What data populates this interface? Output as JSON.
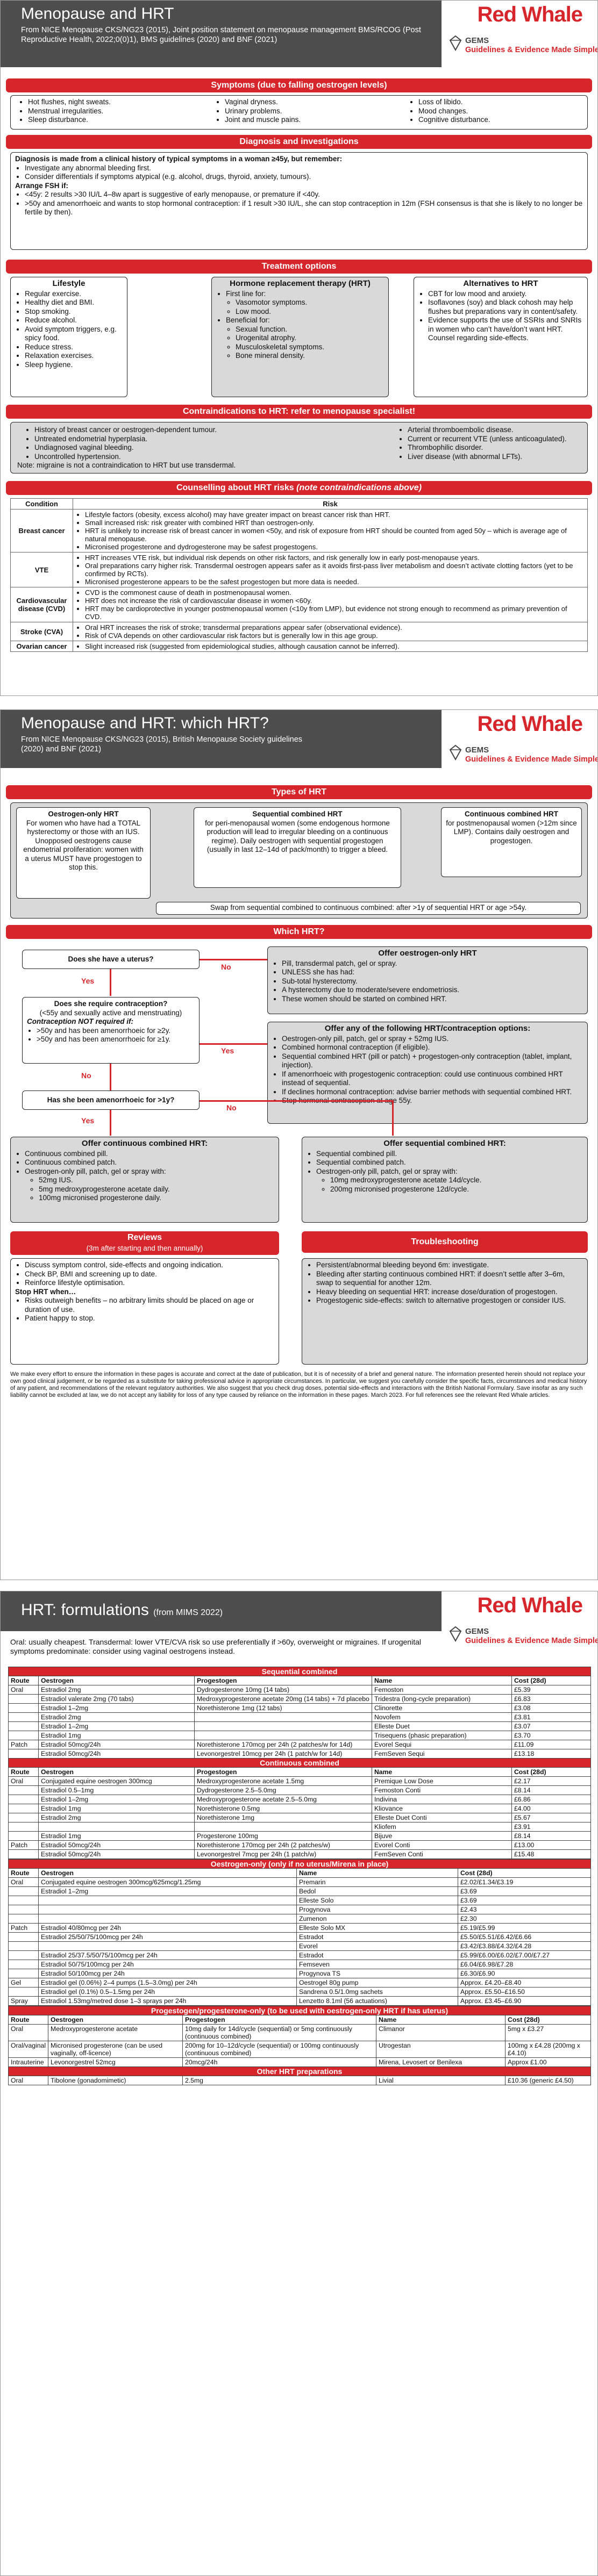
{
  "p1": {
    "title": "Menopause and HRT",
    "subtitle": "From NICE Menopause CKS/NG23 (2015), Joint position statement on menopause management BMS/RCOG (Post Reproductive Health, 2022;0(0)1), BMS guidelines (2020) and BNF (2021)",
    "symptoms_title": "Symptoms (due to falling oestrogen levels)",
    "symptoms": [
      [
        "Hot flushes, night sweats.",
        "Menstrual irregularities.",
        "Sleep disturbance."
      ],
      [
        "Vaginal dryness.",
        "Urinary problems.",
        "Joint and muscle pains."
      ],
      [
        "Loss of libido.",
        "Mood changes.",
        "Cognitive disturbance."
      ]
    ],
    "diag_title": "Diagnosis and investigations",
    "diag_intro": "Diagnosis is made from a clinical history of typical symptoms in a woman ≥45y, but remember:",
    "diag_items": [
      "Investigate any abnormal bleeding first.",
      "Consider differentials if symptoms atypical (e.g. alcohol, drugs, thyroid, anxiety, tumours)."
    ],
    "fsh_title": "Arrange FSH if:",
    "fsh_items": [
      "<45y: 2 results >30 IU/L 4–8w apart is suggestive of early menopause, or premature if <40y.",
      ">50y and amenorrhoeic and wants to stop hormonal contraception: if 1 result >30 IU/L, she can stop contraception in 12m (FSH consensus is that she is likely to no longer be fertile by then)."
    ],
    "treat_title": "Treatment options",
    "lifestyle_title": "Lifestyle",
    "lifestyle": [
      "Regular exercise.",
      "Healthy diet and BMI.",
      "Stop smoking.",
      "Reduce alcohol.",
      "Avoid symptom triggers, e.g. spicy food.",
      "Reduce stress.",
      "Relaxation exercises.",
      "Sleep hygiene."
    ],
    "hrt_title": "Hormone replacement therapy (HRT)",
    "hrt_first": "First line for:",
    "hrt_first_items": [
      "Vasomotor symptoms.",
      "Low mood."
    ],
    "hrt_benef": "Beneficial for:",
    "hrt_benef_items": [
      "Sexual function.",
      "Urogenital atrophy.",
      "Musculoskeletal symptoms.",
      "Bone mineral density."
    ],
    "alt_title": "Alternatives to HRT",
    "alt_items": [
      "CBT for low mood and anxiety.",
      "Isoflavones (soy) and black cohosh may help flushes but preparations vary in content/safety.",
      "Evidence supports the use of SSRIs and SNRIs in women who can’t have/don’t want HRT. Counsel regarding side-effects."
    ],
    "contra_title": "Contraindications to HRT: refer to menopause specialist!",
    "contra_left": [
      "History of breast cancer or oestrogen-dependent tumour.",
      "Untreated endometrial hyperplasia.",
      "Undiagnosed vaginal bleeding.",
      "Uncontrolled hypertension."
    ],
    "contra_note": "Note: migraine is not a contraindication to HRT but use transdermal.",
    "contra_right": [
      "Arterial thromboembolic disease.",
      "Current or recurrent VTE (unless anticoagulated).",
      "Thrombophilic disorder.",
      "Liver disease (with abnormal LFTs)."
    ],
    "counsel_title": "Counselling about HRT risks",
    "counsel_note": "(note contraindications above)",
    "risk_head": [
      "Condition",
      "Risk"
    ],
    "risks": [
      {
        "c": "Breast cancer",
        "r": [
          "Lifestyle factors (obesity, excess alcohol) may have greater impact on breast cancer risk than HRT.",
          "Small increased risk: risk greater with combined HRT than oestrogen-only.",
          "HRT is unlikely to increase risk of breast cancer in women <50y, and risk of exposure from HRT should be counted from aged 50y – which is average age of natural menopause.",
          "Micronised progesterone and dydrogesterone may be safest progestogens."
        ]
      },
      {
        "c": "VTE",
        "r": [
          "HRT increases VTE risk, but individual risk depends on other risk factors, and risk generally low in early post-menopause years.",
          "Oral preparations carry higher risk. Transdermal oestrogen appears safer as it avoids first-pass liver metabolism and doesn’t activate clotting factors (yet to be confirmed by RCTs).",
          "Micronised progesterone appears to be the safest progestogen but more data is needed."
        ]
      },
      {
        "c": "Cardiovascular disease (CVD)",
        "r": [
          "CVD is the commonest cause of death in postmenopausal women.",
          "HRT does not increase the risk of cardiovascular disease in women <60y.",
          "HRT may be cardioprotective in younger postmenopausal women (<10y from LMP), but evidence not strong enough to recommend as primary prevention of CVD."
        ]
      },
      {
        "c": "Stroke (CVA)",
        "r": [
          "Oral HRT increases the risk of stroke; transdermal preparations appear safer (observational evidence).",
          "Risk of CVA depends on other cardiovascular risk factors but is generally low in this age group."
        ]
      },
      {
        "c": "Ovarian cancer",
        "r": [
          "Slight increased risk (suggested from epidemiological studies, although causation cannot be inferred)."
        ]
      }
    ]
  },
  "p2": {
    "title": "Menopause and HRT: which HRT?",
    "subtitle": "From NICE Menopause CKS/NG23 (2015), British Menopause Society guidelines (2020) and BNF (2021)",
    "types_title": "Types of HRT",
    "t1_title": "Oestrogen-only HRT",
    "t1_text": "For women who have had a TOTAL hysterectomy or those with an IUS. Unopposed oestrogens cause endometrial proliferation: women with a uterus MUST have progestogen to stop this.",
    "t2_title": "Sequential combined HRT",
    "t2_text": "for peri-menopausal women (some endogenous hormone production will lead to irregular bleeding on a continuous regime). Daily oestrogen with sequential progestogen (usually in last 12–14d of pack/month) to trigger a bleed.",
    "t3_title": "Continuous combined HRT",
    "t3_text": "for postmenopausal women (>12m since LMP). Contains daily oestrogen and progestogen.",
    "swap": "Swap from sequential combined to continuous combined: after >1y of sequential HRT or age >54y.",
    "which_title": "Which HRT?",
    "q1": "Does she have a uterus?",
    "yes": "Yes",
    "no": "No",
    "oest_title": "Offer oestrogen-only HRT",
    "oest_items": [
      "Pill, transdermal patch, gel or spray.",
      "UNLESS she has had:",
      "Sub-total hysterectomy.",
      "A hysterectomy due to moderate/severe endometriosis.",
      "These women should be started on combined HRT."
    ],
    "q2": "Does she require contraception?",
    "q2_sub": "(<55y and sexually active and menstruating)",
    "q2_note": "Contraception NOT required if:",
    "q2_items": [
      ">50y and has been amenorrhoeic for ≥2y.",
      ">50y and has been amenorrhoeic for ≥1y."
    ],
    "anyof_title": "Offer any of the following HRT/contraception options:",
    "anyof_items": [
      "Oestrogen-only pill, patch, gel or spray + 52mg IUS.",
      "Combined hormonal contraception (if eligible).",
      "Sequential combined HRT (pill or patch) + progestogen-only contraception (tablet, implant, injection).",
      "If amenorrhoeic with progestogenic contraception: could use continuous combined HRT instead of sequential.",
      "If declines hormonal contraception: advise barrier methods with sequential combined HRT.",
      "Stop hormonal contraception at age 55y."
    ],
    "q3": "Has she been amenorrhoeic for >1y?",
    "cont_title": "Offer continuous combined HRT:",
    "cont_items": [
      "Continuous combined pill.",
      "Continuous combined patch.",
      "Oestrogen-only pill, patch, gel or spray with:"
    ],
    "cont_sub": [
      "52mg IUS.",
      "5mg medroxyprogesterone acetate daily.",
      "100mg micronised progesterone daily."
    ],
    "seq_title": "Offer sequential combined HRT:",
    "seq_items": [
      "Sequential combined pill.",
      "Sequential combined patch.",
      "Oestrogen-only pill, patch, gel or spray with:"
    ],
    "seq_sub": [
      "10mg medroxyprogesterone acetate 14d/cycle.",
      "200mg micronised progesterone 12d/cycle."
    ],
    "rev_title": "Reviews",
    "rev_sub": "(3m after starting and then annually)",
    "rev_items": [
      "Discuss symptom control, side-effects and ongoing indication.",
      "Check BP, BMI and screening up to date.",
      "Reinforce lifestyle optimisation."
    ],
    "stop_title": "Stop HRT when…",
    "stop_items": [
      "Risks outweigh benefits – no arbitrary limits should be placed on age or duration of use.",
      "Patient happy to stop."
    ],
    "tr_title": "Troubleshooting",
    "tr_items": [
      "Persistent/abnormal bleeding beyond 6m: investigate.",
      "Bleeding after starting continuous combined HRT: if doesn’t settle after 3–6m, swap to sequential for another 12m.",
      "Heavy bleeding on sequential HRT: increase dose/duration of progestogen.",
      "Progestogenic side-effects: switch to alternative progestogen or consider IUS."
    ],
    "disclaimer": "We make every effort to ensure the information in these pages is accurate and correct at the date of publication, but it is of necessity of a brief and general nature. The information presented herein should not replace your own good clinical judgement, or be regarded as a substitute for taking professional advice in appropriate circumstances. In particular, we suggest you carefully consider the specific facts, circumstances and medical history of any patient, and recommendations of the relevant regulatory authorities. We also suggest that you check drug doses, potential side-effects and interactions with the British National Formulary. Save insofar as any such liability cannot be excluded at law, we do not accept any liability for loss of any type caused by reliance on the information in these pages. March 2023. For full references see the relevant Red Whale articles."
  },
  "p3": {
    "title": "HRT: formulations",
    "title_note": "(from MIMS 2022)",
    "intro": "Oral: usually cheapest. Transdermal: lower VTE/CVA risk so use preferentially if >60y, overweight or migraines. If urogenital symptoms predominate: consider using vaginal oestrogens instead.",
    "seq_title": "Sequential combined",
    "head": [
      "Route",
      "Oestrogen",
      "Progestogen",
      "Name",
      "Cost (28d)"
    ],
    "seq_rows": [
      [
        "Oral",
        "Estradiol 2mg",
        "Dydrogesterone 10mg (14 tabs)",
        "Femoston",
        "£5.39"
      ],
      [
        "",
        "Estradiol valerate 2mg (70 tabs)",
        "Medroxyprogesterone acetate 20mg (14 tabs) + 7d placebo",
        "Tridestra (long-cycle preparation)",
        "£6.83"
      ],
      [
        "",
        "Estradiol 1–2mg",
        "Norethisterone 1mg (12 tabs)",
        "Clinorette",
        "£3.08"
      ],
      [
        "",
        "Estradiol 2mg",
        "",
        "Novofem",
        "£3.81"
      ],
      [
        "",
        "Estradiol 1–2mg",
        "",
        "Elleste Duet",
        "£3.07"
      ],
      [
        "",
        "Estradiol 1mg",
        "",
        "Trisequens (phasic preparation)",
        "£3.70"
      ],
      [
        "Patch",
        "Estradiol 50mcg/24h",
        "Norethisterone 170mcg per 24h (2 patches/w for 14d)",
        "Evorel Sequi",
        "£11.09"
      ],
      [
        "",
        "Estradiol 50mcg/24h",
        "Levonorgestrel 10mcg per 24h (1 patch/w for 14d)",
        "FemSeven Sequi",
        "£13.18"
      ]
    ],
    "cont_title": "Continuous combined",
    "cont_rows": [
      [
        "Oral",
        "Conjugated equine oestrogen 300mcg",
        "Medroxyprogesterone acetate 1.5mg",
        "Premique Low Dose",
        "£2.17"
      ],
      [
        "",
        "Estradiol 0.5–1mg",
        "Dydrogesterone 2.5–5.0mg",
        "Femoston Conti",
        "£8.14"
      ],
      [
        "",
        "Estradiol 1–2mg",
        "Medroxyprogesterone acetate 2.5–5.0mg",
        "Indivina",
        "£6.86"
      ],
      [
        "",
        "Estradiol 1mg",
        "Norethisterone 0.5mg",
        "Kliovance",
        "£4.00"
      ],
      [
        "",
        "Estradiol 2mg",
        "Norethisterone 1mg",
        "Elleste Duet Conti",
        "£5.67"
      ],
      [
        "",
        "",
        "",
        "Kliofem",
        "£3.91"
      ],
      [
        "",
        "Estradiol 1mg",
        "Progesterone 100mg",
        "Bijuve",
        "£8.14"
      ],
      [
        "Patch",
        "Estradiol 50mcg/24h",
        "Norethisterone 170mcg per 24h (2 patches/w)",
        "Evorel Conti",
        "£13.00"
      ],
      [
        "",
        "Estradiol 50mcg/24h",
        "Levonorgestrel 7mcg per 24h (1 patch/w)",
        "FemSeven Conti",
        "£15.48"
      ]
    ],
    "oest_title": "Oestrogen-only (only if no uterus/Mirena in place)",
    "oest_head": [
      "Route",
      "Oestrogen",
      "Name",
      "Cost (28d)"
    ],
    "oest_rows": [
      [
        "Oral",
        "Conjugated equine oestrogen 300mcg/625mcg/1.25mg",
        "Premarin",
        "£2.02/£1.34/£3.19"
      ],
      [
        "",
        "Estradiol 1–2mg",
        "Bedol",
        "£3.69"
      ],
      [
        "",
        "",
        "Elleste Solo",
        "£3.69"
      ],
      [
        "",
        "",
        "Progynova",
        "£2.43"
      ],
      [
        "",
        "",
        "Zumenon",
        "£2.30"
      ],
      [
        "Patch",
        "Estradiol 40/80mcg per 24h",
        "Elleste Solo MX",
        "£5.19/£5.99"
      ],
      [
        "",
        "Estradiol 25/50/75/100mcg per 24h",
        "Estradot",
        "£5.50/£5.51/£6.42/£6.66"
      ],
      [
        "",
        "",
        "Evorel",
        "£3.42/£3.88/£4.32/£4.28"
      ],
      [
        "",
        "Estradiol 25/37.5/50/75/100mcg per 24h",
        "Estradot",
        "£5.99/£6.00/£6.02/£7.00/£7.27"
      ],
      [
        "",
        "Estradiol 50/75/100mcg per 24h",
        "Femseven",
        "£6.04/£6.98/£7.28"
      ],
      [
        "",
        "Estradiol 50/100mcg per 24h",
        "Progynova TS",
        "£6.30/£6.90"
      ],
      [
        "Gel",
        "Estradiol gel (0.06%) 2–4 pumps (1.5–3.0mg) per 24h",
        "Oestrogel 80g pump",
        "Approx. £4.20–£8.40"
      ],
      [
        "",
        "Estradiol gel (0.1%) 0.5–1.5mg per 24h",
        "Sandrena 0.5/1.0mg sachets",
        "Approx. £5.50–£16.50"
      ],
      [
        "Spray",
        "Estradiol 1.53mg/metred dose 1–3 sprays per 24h",
        "Lenzetto 8.1ml (56 actuations)",
        "Approx. £3.45–£6.90"
      ]
    ],
    "prog_title": "Progestogen/progesterone-only (to be used with oestrogen-only HRT if has uterus)",
    "prog_rows": [
      [
        "Oral",
        "Medroxyprogesterone acetate",
        "10mg daily for 14d/cycle (sequential) or 5mg continuously (continuous combined)",
        "Climanor",
        "5mg x £3.27"
      ],
      [
        "Oral/vaginal",
        "Micronised progesterone (can be used vaginally, off-licence)",
        "200mg for 10–12d/cycle (sequential) or 100mg continuously (continuous combined)",
        "Utrogestan",
        "100mg x £4.28 (200mg x £4.10)"
      ],
      [
        "Intrauterine",
        "Levonorgestrel 52mcg",
        "20mcg/24h",
        "Mirena, Levosert or Benilexa",
        "Approx £1.00"
      ]
    ],
    "other_title": "Other HRT preparations",
    "other_rows": [
      [
        "Oral",
        "Tibolone (gonadomimetic)",
        "2.5mg",
        "Livial",
        "£10.36 (generic £4.50)"
      ]
    ]
  },
  "brand": {
    "rw": "Red Whale",
    "gems": "GEMS",
    "tag": "Guidelines & Evidence Made Simple"
  }
}
